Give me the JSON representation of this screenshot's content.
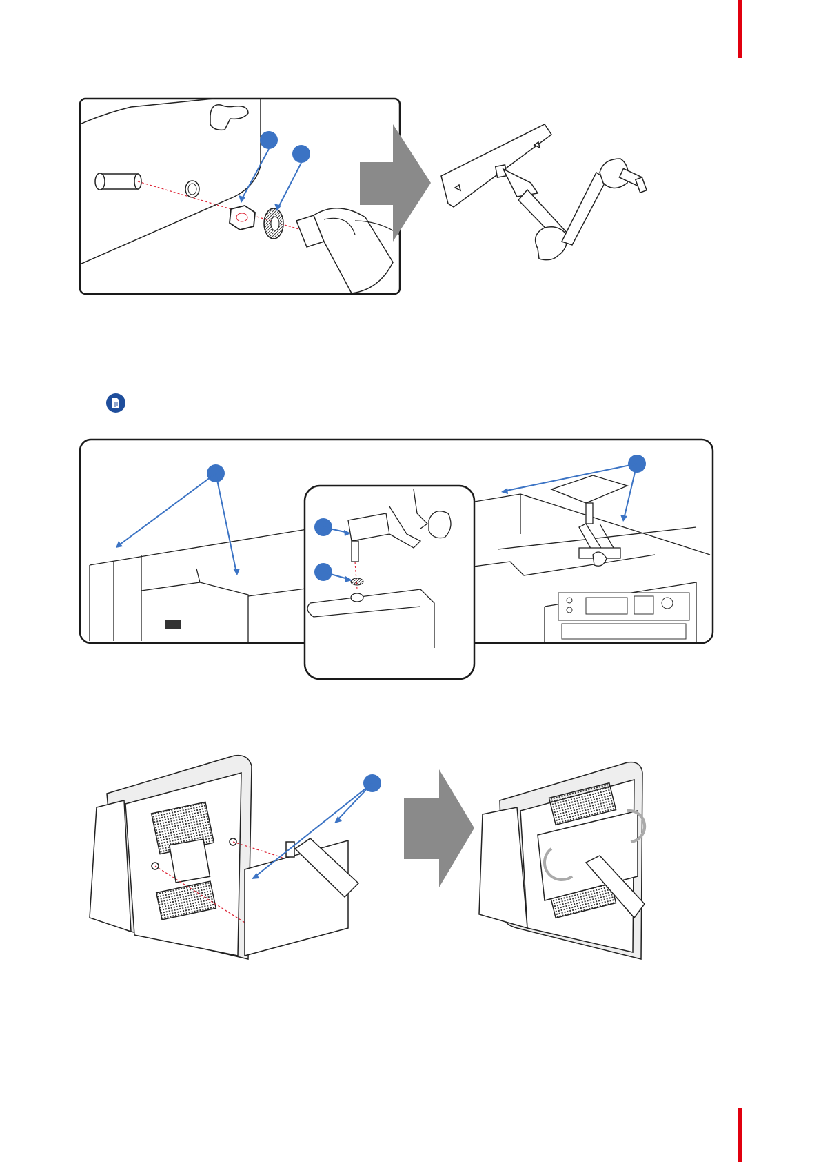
{
  "page": {
    "accent_color": "#e1000f",
    "callout_color": "#3b73c4",
    "note_icon": "document-note-icon"
  },
  "figures": [
    {
      "name": "arm-assembly-figure",
      "callout_count": 2,
      "callout_numbers": [
        "",
        ""
      ]
    },
    {
      "name": "projector-mounting-figure",
      "callout_count": 4,
      "callout_numbers": [
        "",
        "",
        "",
        ""
      ]
    },
    {
      "name": "display-mounting-figure",
      "callout_count": 1,
      "callout_numbers": [
        ""
      ]
    }
  ]
}
